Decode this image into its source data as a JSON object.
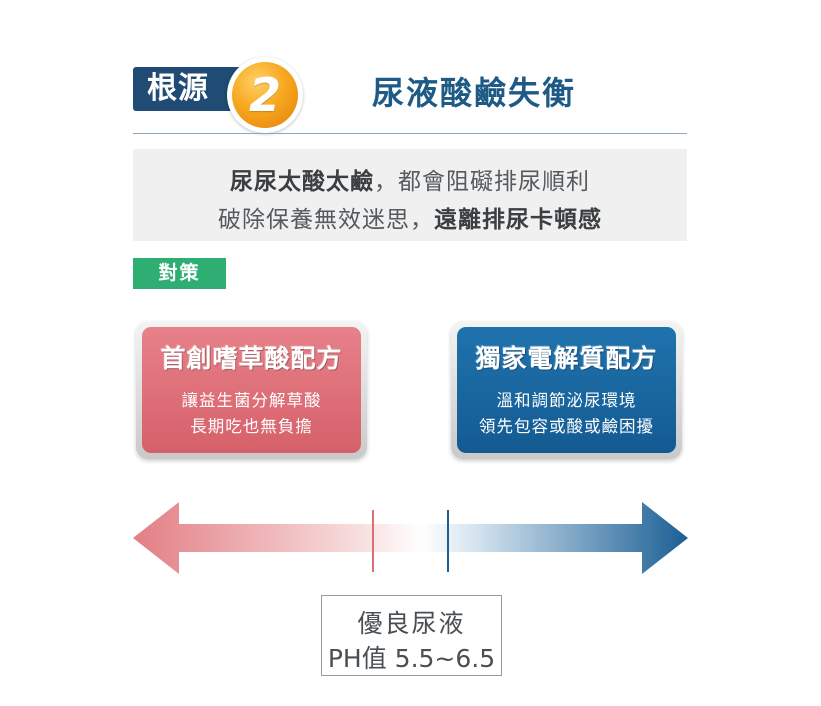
{
  "header": {
    "badge_label": "根源",
    "badge_number": "2",
    "title": "尿液酸鹼失衡"
  },
  "summary": {
    "line1_bold": "尿尿太酸太鹼",
    "line1_rest": "，都會阻礙排尿順利",
    "line2_rest": "破除保養無效迷思，",
    "line2_bold": "遠離排尿卡頓感"
  },
  "countermeasure_tag": "對策",
  "cards": {
    "left": {
      "title": "首創嗜草酸配方",
      "line1": "讓益生菌分解草酸",
      "line2": "長期吃也無負擔"
    },
    "right": {
      "title": "獨家電解質配方",
      "line1": "溫和調節泌尿環境",
      "line2": "領先包容或酸或鹼困擾"
    }
  },
  "scale": {
    "acid_color": "#e27e85",
    "base_color": "#1b5f95",
    "optimal_label_line1": "優良尿液",
    "optimal_label_line2": "PH值 5.5~6.5"
  }
}
